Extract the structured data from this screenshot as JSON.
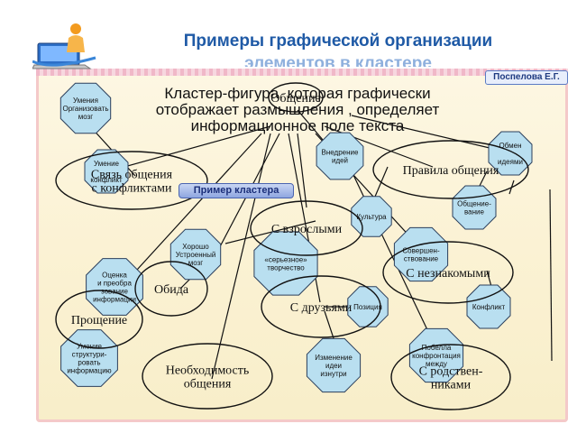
{
  "header": {
    "title": "Примеры графической организации",
    "subtitle": "элементов в кластере"
  },
  "author": "Поспелова Е.Г.",
  "main_text": [
    "Кластер-фигура, которая графически",
    "отображает размышления , определяет",
    "информационное поле текста"
  ],
  "example_label": "Пример кластера",
  "octagons": [
    {
      "id": "oct-skills",
      "lines": [
        "Умения",
        "Организовать",
        "мозг"
      ]
    },
    {
      "id": "oct-implement",
      "lines": [
        "Внедрение",
        "идей"
      ]
    },
    {
      "id": "oct-exchange",
      "lines": [
        "Обмен",
        "",
        "идеями"
      ]
    },
    {
      "id": "oct-conflict-skill",
      "lines": [
        "Умение",
        "",
        "конфликт"
      ]
    },
    {
      "id": "oct-culture",
      "lines": [
        "Культура"
      ]
    },
    {
      "id": "oct-communication",
      "lines": [
        "Общение-",
        "вание"
      ]
    },
    {
      "id": "oct-brain",
      "lines": [
        "Хорошо",
        "Устроенный",
        "мозг"
      ]
    },
    {
      "id": "oct-creative",
      "lines": [
        "«серьезное»",
        "творчество"
      ]
    },
    {
      "id": "oct-improve",
      "lines": [
        "Совершен-",
        "ствование"
      ]
    },
    {
      "id": "oct-assess",
      "lines": [
        "Оценка",
        "и преобра",
        "зование",
        "информации"
      ]
    },
    {
      "id": "oct-position",
      "lines": [
        "Позиция"
      ]
    },
    {
      "id": "oct-conflict",
      "lines": [
        "Конфликт"
      ]
    },
    {
      "id": "oct-structure",
      "lines": [
        "Умение",
        "структури-",
        "ровать",
        "информацию"
      ]
    },
    {
      "id": "oct-change",
      "lines": [
        "Изменение",
        "идеи",
        "изнутри"
      ]
    },
    {
      "id": "oct-confront",
      "lines": [
        "Побелла",
        "конфронтация",
        "между"
      ]
    }
  ],
  "ellipses": [
    {
      "id": "ell-center",
      "lines": [
        "Общение"
      ]
    },
    {
      "id": "ell-conflicts",
      "lines": [
        "Связь общения",
        "с конфликтами"
      ]
    },
    {
      "id": "ell-rules",
      "lines": [
        "Правила общения"
      ]
    },
    {
      "id": "ell-adults",
      "lines": [
        "С взрослыми"
      ]
    },
    {
      "id": "ell-strangers",
      "lines": [
        "С незнакомыми"
      ]
    },
    {
      "id": "ell-offense",
      "lines": [
        "Обида"
      ]
    },
    {
      "id": "ell-friends",
      "lines": [
        "С друзьями"
      ]
    },
    {
      "id": "ell-forgive",
      "lines": [
        "Прощение"
      ]
    },
    {
      "id": "ell-necessity",
      "lines": [
        "Необходимость",
        "общения"
      ]
    },
    {
      "id": "ell-relatives",
      "lines": [
        "С родствен-",
        "никами"
      ]
    }
  ],
  "colors": {
    "octagon_fill": "#b9dff0",
    "octagon_stroke": "#2b3f5c",
    "ellipse_stroke": "#111111",
    "accent": "#1f5aa6"
  }
}
